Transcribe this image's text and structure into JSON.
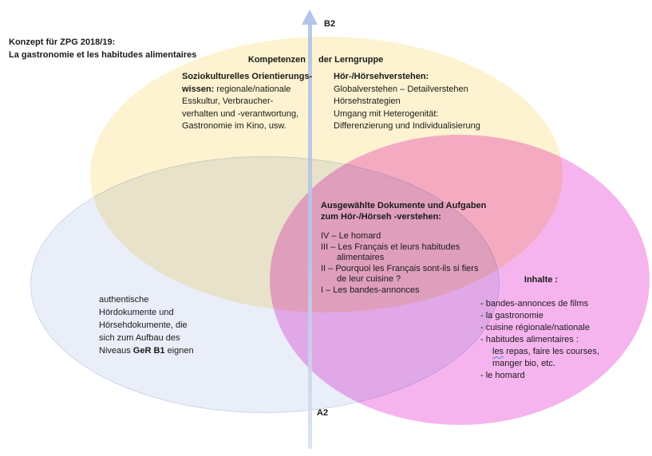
{
  "slide": {
    "title_line1": "Konzept für ZPG 2018/19:",
    "title_line2": "La gastronomie et les habitudes alimentaires"
  },
  "axis": {
    "top_label": "B2",
    "bottom_label": "A2",
    "arrow_color": "#aec2e4"
  },
  "group_heading": {
    "part1": "Kompetenzen",
    "part2": "der Lerngruppe"
  },
  "venn": {
    "yellow_circle_color": "#fdf3d0",
    "blue_circle_color": "#eaeef8",
    "pink_circle_color": "#f6b4ee"
  },
  "sociocultural_block": {
    "heading": "Soziokulturelles Orientierungs-",
    "line2_bold": "wissen:",
    "line2_rest": " regionale/nationale",
    "line3": "Esskultur, Verbraucher-",
    "line4": "verhalten und -verantwortung,",
    "line5": "Gastronomie im Kino, usw."
  },
  "listening_block": {
    "heading": "Hör-/Hörsehverstehen:",
    "line2": "Globalverstehen – Detailverstehen",
    "line3": "Hörsehstrategien",
    "line4": "Umgang mit Heterogenität:",
    "line5": "Differenzierung und Individualisierung"
  },
  "documents_block": {
    "heading_line1": "Ausgewählte Dokumente und Aufgaben",
    "heading_line2": "zum Hör-/Hörseh -verstehen:",
    "item_iv": "IV – Le homard",
    "item_iii_line1": "III – Les Français et leurs habitudes",
    "item_iii_line2": "alimentaires",
    "item_ii_line1": "II – Pourquoi les Français sont-ils si fiers",
    "item_ii_line2": "de leur cuisine ?",
    "item_i": "I – Les bandes-annonces"
  },
  "contents_block": {
    "heading": "Inhalte :",
    "item1": "- bandes-annonces de films",
    "item2": "- la gastronomie",
    "item3": "- cuisine régionale/nationale",
    "item4": "- habitudes alimentaires :",
    "item4_sub1_underlined": "les",
    "item4_sub1_rest": " repas, faire les courses,",
    "item4_sub2": "manger bio, etc.",
    "item5": "- le homard"
  },
  "authentic_block": {
    "line1": "authentische",
    "line2": "Hördokumente und",
    "line3": "Hörsehdokumente, die",
    "line4": "sich zum Aufbau des",
    "line5_pre": "Niveaus ",
    "line5_bold": "GeR B1",
    "line5_post": " eignen"
  }
}
